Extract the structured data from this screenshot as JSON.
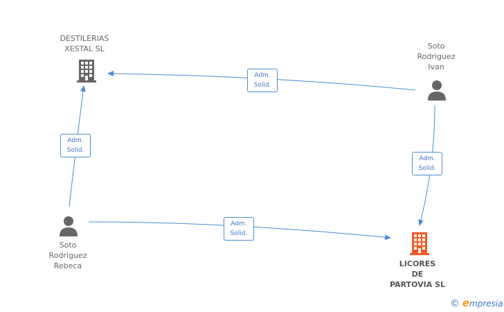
{
  "nodes": {
    "destilerias": {
      "lines": [
        "DESTILERIAS",
        "XESTAL SL"
      ],
      "icon": "building-icon",
      "color": "#666666"
    },
    "soto_ivan": {
      "lines": [
        "Soto",
        "Rodriguez",
        "Ivan"
      ],
      "icon": "person-icon",
      "color": "#666666"
    },
    "soto_rebeca": {
      "lines": [
        "Soto",
        "Rodriguez",
        "Rebeca"
      ],
      "icon": "person-icon",
      "color": "#666666"
    },
    "licores": {
      "lines": [
        "LICORES",
        "DE",
        "PARTOVIA SL"
      ],
      "icon": "building-icon",
      "color": "#f05a28"
    }
  },
  "edges": [
    {
      "from": "soto_ivan",
      "to": "destilerias",
      "label": [
        "Adm.",
        "Solid."
      ]
    },
    {
      "from": "soto_rebeca",
      "to": "destilerias",
      "label": [
        "Adm.",
        "Solid."
      ]
    },
    {
      "from": "soto_ivan",
      "to": "licores",
      "label": [
        "Adm.",
        "Solid."
      ]
    },
    {
      "from": "soto_rebeca",
      "to": "licores",
      "label": [
        "Adm.",
        "Solid."
      ]
    }
  ],
  "edge_color": "#4a8bd6",
  "brand": {
    "copyright": "©",
    "e": "e",
    "rest": "mpresia"
  }
}
